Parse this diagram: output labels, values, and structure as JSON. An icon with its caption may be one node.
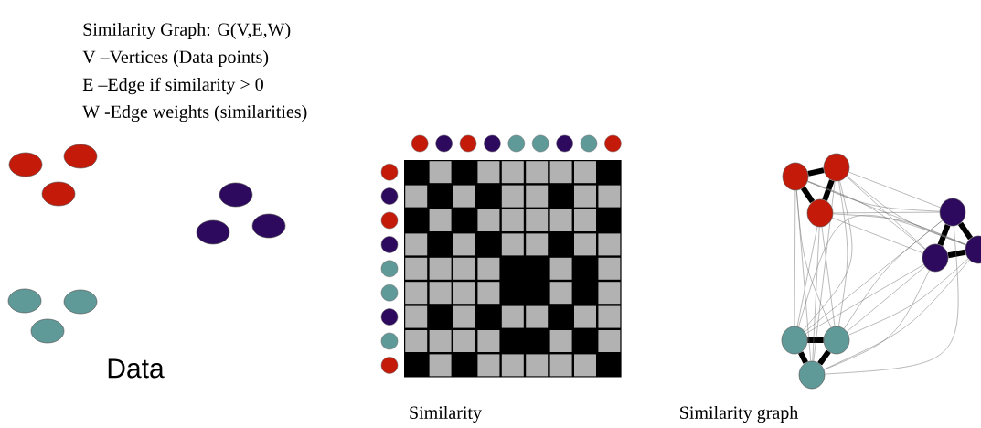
{
  "diagram": {
    "title": "Similarity Graph: G(V,E,W)",
    "nodes": [
      {
        "text": [],
        "shape": "circle"
      },
      {
        "text": [],
        "shape": "circle"
      },
      {
        "text": [],
        "shape": "circle"
      },
      {
        "text": [],
        "shape": "circle"
      },
      {
        "text": [],
        "shape": "circle"
      },
      {
        "text": [],
        "shape": "circle"
      },
      {
        "text": [],
        "shape": "circle"
      },
      {
        "text": [],
        "shape": "circle"
      },
      {
        "text": [],
        "shape": "circle"
      }
    ],
    "edges": [
      {
        "from": 0,
        "to": 1,
        "arrow": "none",
        "style": "thick",
        "color": "#000000"
      },
      {
        "from": 0,
        "to": 2,
        "arrow": "none",
        "style": "thick",
        "color": "#000000"
      },
      {
        "from": 1,
        "to": 2,
        "arrow": "none",
        "style": "thick",
        "color": "#000000"
      },
      {
        "from": 3,
        "to": 4,
        "arrow": "none",
        "style": "thick",
        "color": "#000000"
      },
      {
        "from": 3,
        "to": 5,
        "arrow": "none",
        "style": "thick",
        "color": "#000000"
      },
      {
        "from": 4,
        "to": 5,
        "arrow": "none",
        "style": "thick",
        "color": "#000000"
      },
      {
        "from": 6,
        "to": 7,
        "arrow": "none",
        "style": "thick",
        "color": "#000000"
      },
      {
        "from": 6,
        "to": 8,
        "arrow": "none",
        "style": "thick",
        "color": "#000000"
      },
      {
        "from": 7,
        "to": 8,
        "arrow": "none",
        "style": "thick",
        "color": "#000000"
      },
      {
        "from": 0,
        "to": 3,
        "arrow": "none"
      },
      {
        "from": 0,
        "to": 4,
        "arrow": "none"
      },
      {
        "from": 0,
        "to": 5,
        "arrow": "none"
      },
      {
        "from": 1,
        "to": 3,
        "arrow": "none"
      },
      {
        "from": 1,
        "to": 4,
        "arrow": "none"
      },
      {
        "from": 1,
        "to": 5,
        "arrow": "none"
      },
      {
        "from": 2,
        "to": 3,
        "arrow": "none"
      },
      {
        "from": 2,
        "to": 4,
        "arrow": "none"
      },
      {
        "from": 2,
        "to": 5,
        "arrow": "none"
      },
      {
        "from": 0,
        "to": 6,
        "arrow": "none"
      },
      {
        "from": 0,
        "to": 7,
        "arrow": "none"
      },
      {
        "from": 0,
        "to": 8,
        "arrow": "none"
      },
      {
        "from": 1,
        "to": 6,
        "arrow": "none"
      },
      {
        "from": 1,
        "to": 7,
        "arrow": "none"
      },
      {
        "from": 1,
        "to": 8,
        "arrow": "none"
      },
      {
        "from": 2,
        "to": 6,
        "arrow": "none"
      },
      {
        "from": 2,
        "to": 7,
        "arrow": "none"
      },
      {
        "from": 2,
        "to": 8,
        "arrow": "none"
      },
      {
        "from": 3,
        "to": 6,
        "arrow": "none"
      },
      {
        "from": 3,
        "to": 7,
        "arrow": "none"
      },
      {
        "from": 3,
        "to": 8,
        "arrow": "none"
      },
      {
        "from": 4,
        "to": 6,
        "arrow": "none"
      },
      {
        "from": 4,
        "to": 7,
        "arrow": "none"
      },
      {
        "from": 4,
        "to": 8,
        "arrow": "none"
      },
      {
        "from": 5,
        "to": 6,
        "arrow": "none"
      },
      {
        "from": 5,
        "to": 7,
        "arrow": "none"
      },
      {
        "from": 5,
        "to": 8,
        "arrow": "none"
      }
    ],
    "labels": [
      "V –Vertices (Data points)",
      "E –Edge if similarity > 0",
      "W -Edge weights (similarities)",
      "Data",
      "Similarity",
      "Similarity graph"
    ]
  }
}
